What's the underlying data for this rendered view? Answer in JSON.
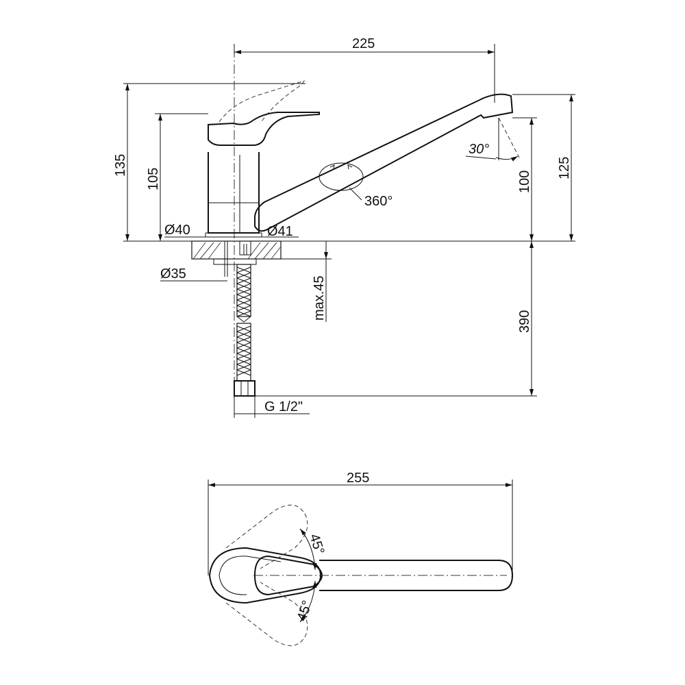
{
  "side_view": {
    "dimensions": {
      "spout_reach": "225",
      "total_height": "135",
      "lever_height": "105",
      "spout_height": "100",
      "spout_tip_height": "125",
      "body_diameter": "Ø40",
      "base_diameter": "Ø41",
      "mount_hole_diameter": "Ø35",
      "max_counter_thickness": "max.45",
      "hose_length": "390",
      "connection_thread": "G 1/2\"",
      "spout_rotation": "360°",
      "outlet_angle": "30°"
    }
  },
  "top_view": {
    "dimensions": {
      "total_length": "255",
      "lever_angle_upper": "45°",
      "lever_angle_lower": "45°"
    }
  }
}
